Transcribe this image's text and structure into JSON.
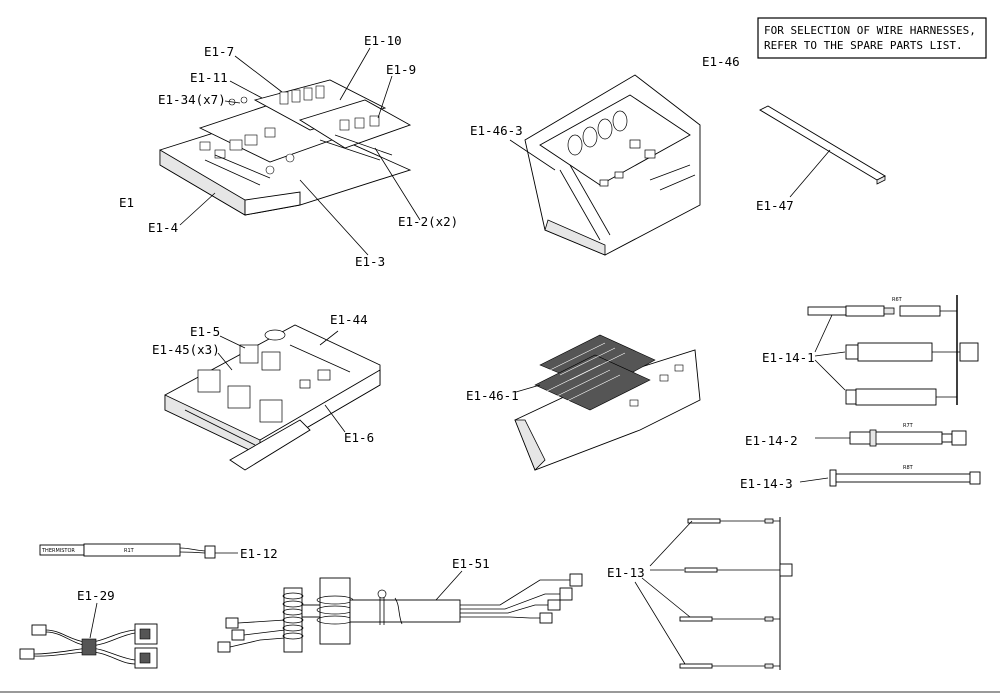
{
  "note": {
    "line1": "FOR SELECTION OF WIRE HARNESSES,",
    "line2": "REFER TO THE SPARE PARTS LIST."
  },
  "labels": {
    "e1": "E1",
    "e1_7": "E1-7",
    "e1_10": "E1-10",
    "e1_9": "E1-9",
    "e1_11": "E1-11",
    "e1_34": "E1-34(x7)",
    "e1_4": "E1-4",
    "e1_2": "E1-2(x2)",
    "e1_3": "E1-3",
    "e1_46": "E1-46",
    "e1_46_3": "E1-46-3",
    "e1_47": "E1-47",
    "e1_5": "E1-5",
    "e1_44": "E1-44",
    "e1_45": "E1-45(x3)",
    "e1_6": "E1-6",
    "e1_46_1": "E1-46-1",
    "e1_14_1": "E1-14-1",
    "e1_14_2": "E1-14-2",
    "e1_14_3": "E1-14-3",
    "e1_12": "E1-12",
    "e1_29": "E1-29",
    "e1_51": "E1-51",
    "e1_13": "E1-13"
  },
  "tags": {
    "r6t": "R6T",
    "r7t": "R7T",
    "r8t": "R8T",
    "r1t": "R1T",
    "thermistor": "THERMISTOR"
  }
}
